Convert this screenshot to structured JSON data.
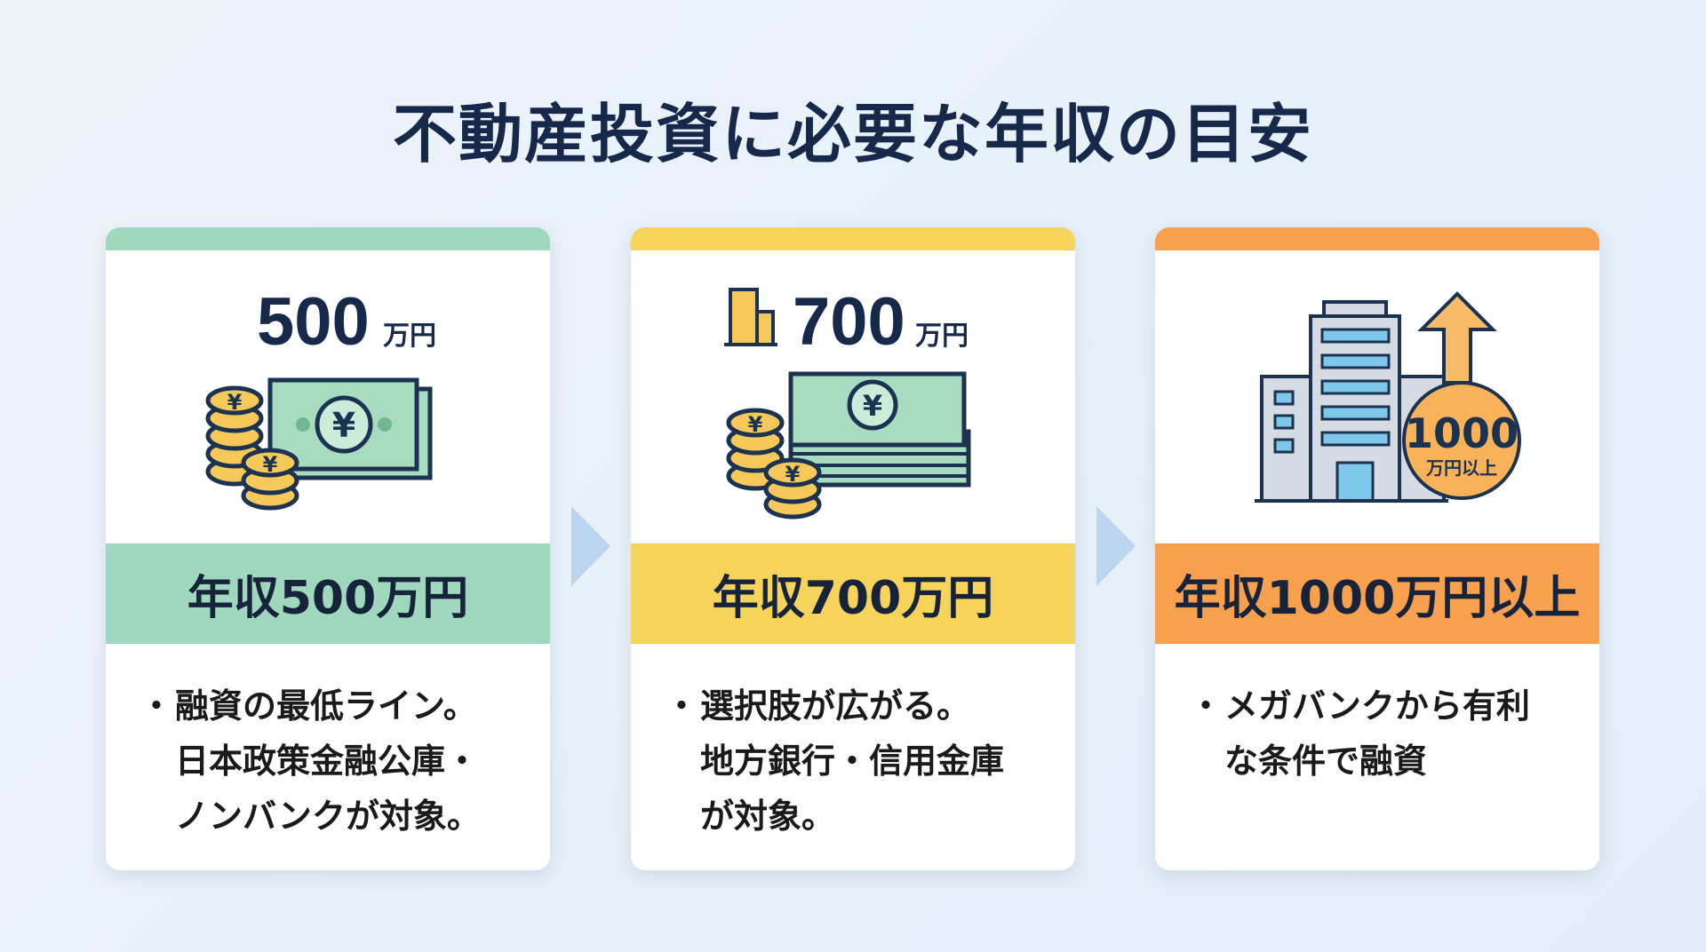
{
  "title": "不動産投資に必要な年収の目安",
  "cards": [
    {
      "color": "#9fd8bd",
      "amount": "500",
      "unit": "万円",
      "label": "年収500万円",
      "bullet": "・",
      "desc": "融資の最低ライン。\n日本政策金融公庫・\nノンバンクが対象。",
      "icon": "yen-cash-coins-icon"
    },
    {
      "color": "#f6d35a",
      "amount": "700",
      "unit": "万円",
      "label": "年収700万円",
      "bullet": "・",
      "desc": "選択肢が広がる。\n地方銀行・信用金庫\nが対象。",
      "icon": "building-cash-coins-icon"
    },
    {
      "color": "#f7a04d",
      "amount": "1000",
      "unit": "万円以上",
      "label": "年収1000万円以上",
      "bullet": "・",
      "desc": "メガバンクから有利\nな条件で融資",
      "icon": "building-arrow-up-icon"
    }
  ],
  "arrow_color": "#bcd5ee"
}
